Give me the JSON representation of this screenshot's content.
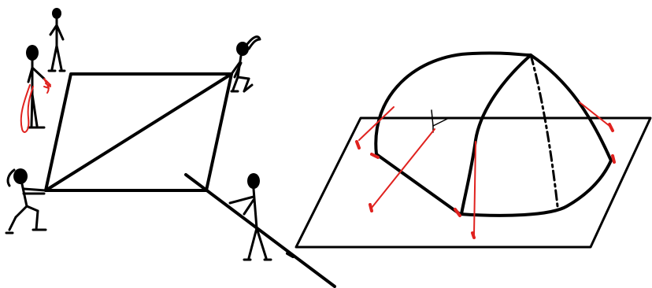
{
  "illustration": {
    "left_panel": {
      "people_count": 5,
      "objects": [
        "ground-sheet",
        "diagonal-rope",
        "measuring-tape"
      ]
    },
    "right_panel": {
      "objects": [
        "dome-tent",
        "ground-sheet",
        "guy-lines",
        "tent-pegs"
      ]
    }
  },
  "colors": {
    "ink": "#000000",
    "peg_red": "#e0221f",
    "background": "#ffffff"
  }
}
